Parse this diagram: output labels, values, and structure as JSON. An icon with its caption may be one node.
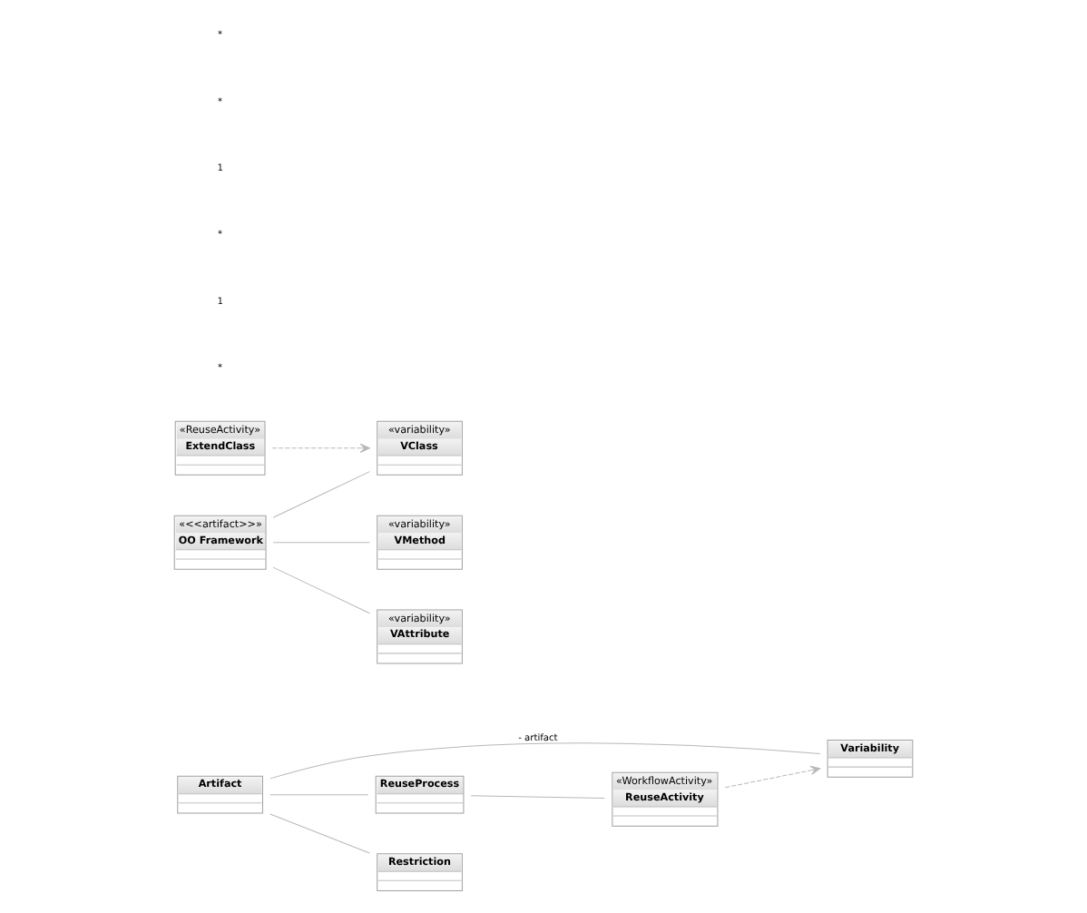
{
  "diagram": {
    "nodes": [
      {
        "text": [
          "Artifact"
        ]
      },
      {
        "text": [
          "Variability"
        ]
      },
      {
        "text": [
          "ReuseProcess"
        ]
      },
      {
        "text": [
          "«WorkflowActivity»",
          "ReuseActivity"
        ]
      },
      {
        "text": [
          "Restriction"
        ]
      },
      {
        "text": [
          "«<<artifact>>»",
          "OO Framework"
        ]
      },
      {
        "text": [
          "«variability»",
          "VClass"
        ]
      },
      {
        "text": [
          "«ReuseActivity»",
          "ExtendClass"
        ]
      },
      {
        "text": [
          "«variability»",
          "VMethod"
        ]
      },
      {
        "text": [
          "«variability»",
          "VAttribute"
        ]
      }
    ],
    "edges": [
      {
        "from": 0,
        "to": 1,
        "arrow": "none",
        "label": "- artifact"
      },
      {
        "from": 0,
        "to": 2,
        "arrow": "none"
      },
      {
        "from": 0,
        "to": 4,
        "arrow": "none"
      },
      {
        "from": 2,
        "to": 3,
        "arrow": "none"
      },
      {
        "from": 3,
        "to": 1,
        "arrow": "to",
        "style": "dashed"
      },
      {
        "from": 5,
        "to": 6,
        "arrow": "none"
      },
      {
        "from": 5,
        "to": 8,
        "arrow": "none"
      },
      {
        "from": 5,
        "to": 9,
        "arrow": "none"
      },
      {
        "from": 7,
        "to": 6,
        "arrow": "to",
        "style": "dashed"
      }
    ],
    "labels": [
      "*",
      "1",
      "*",
      "1",
      "*",
      "*"
    ]
  }
}
